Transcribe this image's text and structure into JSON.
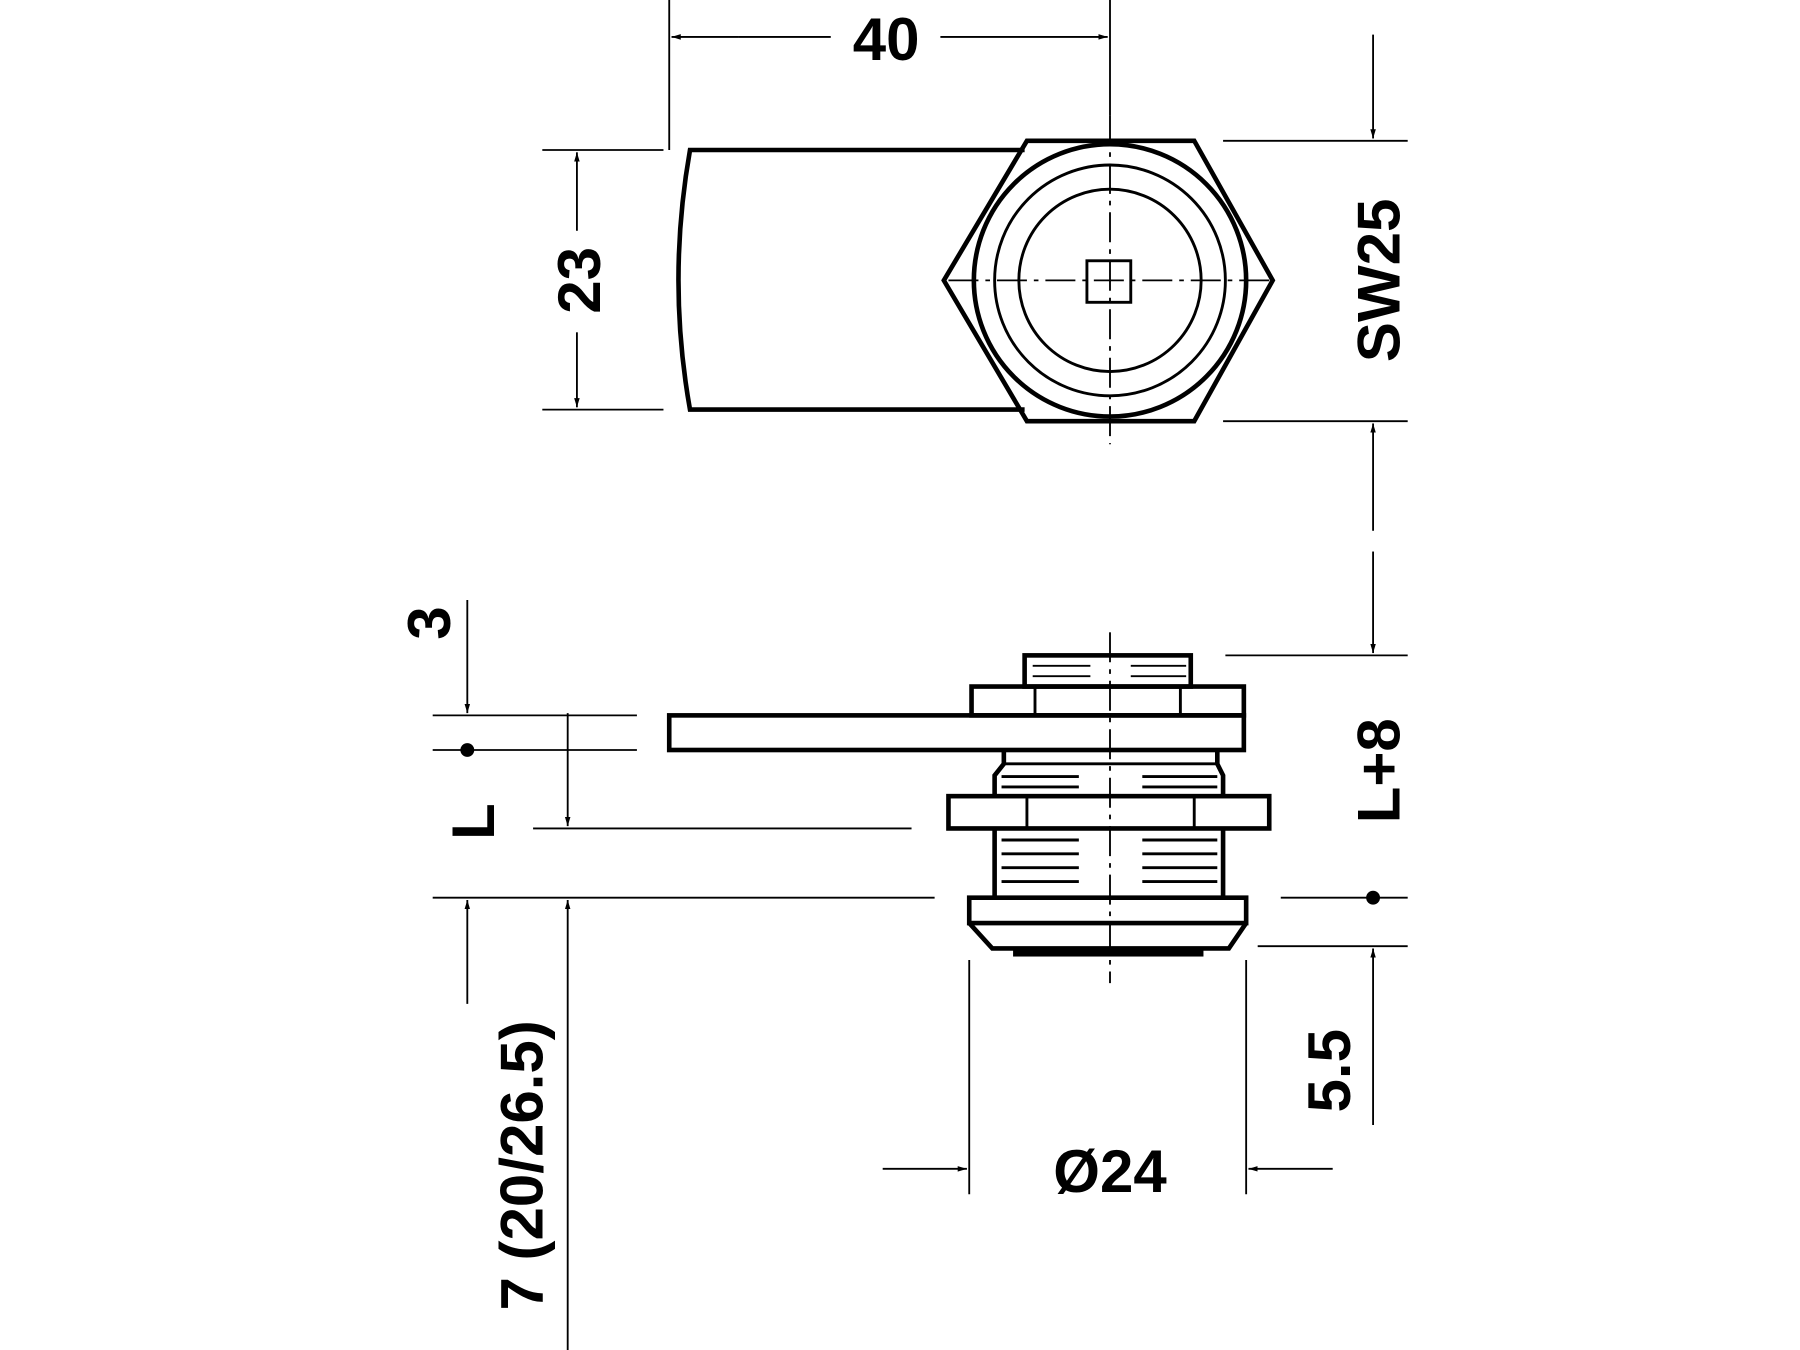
{
  "drawing": {
    "dimensions": {
      "width_40": "40",
      "height_23": "23",
      "across_flats": "SW25",
      "length_l_plus_8": "L+8",
      "height_3": "3",
      "length_l": "L",
      "panel_thickness": "7 (20/26.5)",
      "flange_5_5": "5.5",
      "diameter": "Ø24"
    },
    "colors": {
      "line": "#000000",
      "background": "#ffffff"
    }
  }
}
